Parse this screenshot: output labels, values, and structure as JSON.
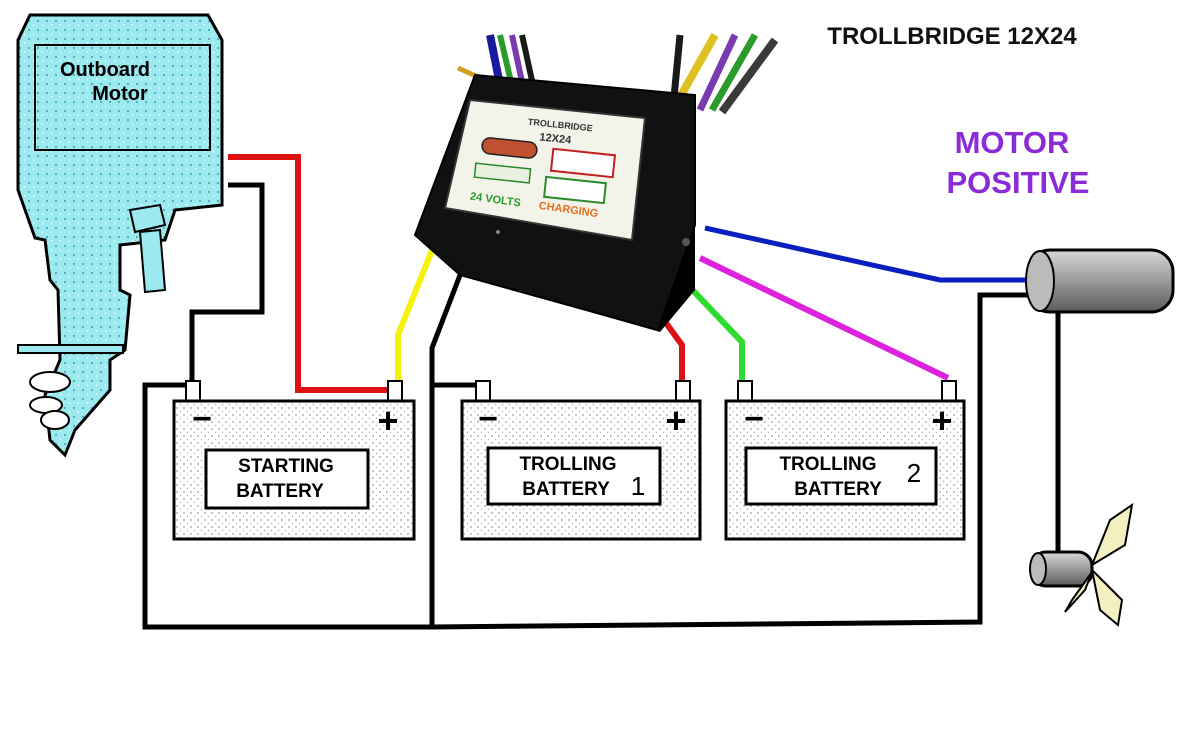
{
  "title": "TROLLBRIDGE 12X24",
  "annotation": {
    "line1": "MOTOR",
    "line2": "POSITIVE"
  },
  "outboard": {
    "line1": "Outboard",
    "line2": "Motor"
  },
  "batteries": [
    {
      "line1": "STARTING",
      "line2": "BATTERY",
      "number": ""
    },
    {
      "line1": "TROLLING",
      "line2": "BATTERY",
      "number": "1"
    },
    {
      "line1": "TROLLING",
      "line2": "BATTERY",
      "number": "2"
    }
  ],
  "terminals": {
    "negative": "−",
    "positive": "+"
  },
  "device": {
    "brand": "TROLLBRIDGE",
    "model": "12X24",
    "footer_a": "24 VOLTS",
    "footer_b": "CHARGING"
  },
  "colors": {
    "wire_red": "#dd1111",
    "wire_black": "#000000",
    "wire_yellow": "#f2f20a",
    "wire_green": "#2edb2e",
    "wire_blue": "#0a1fbf",
    "wire_magenta": "#dd22dd",
    "annotation": "#8a2bd8",
    "outboard_fill": "#9aeaf0"
  }
}
